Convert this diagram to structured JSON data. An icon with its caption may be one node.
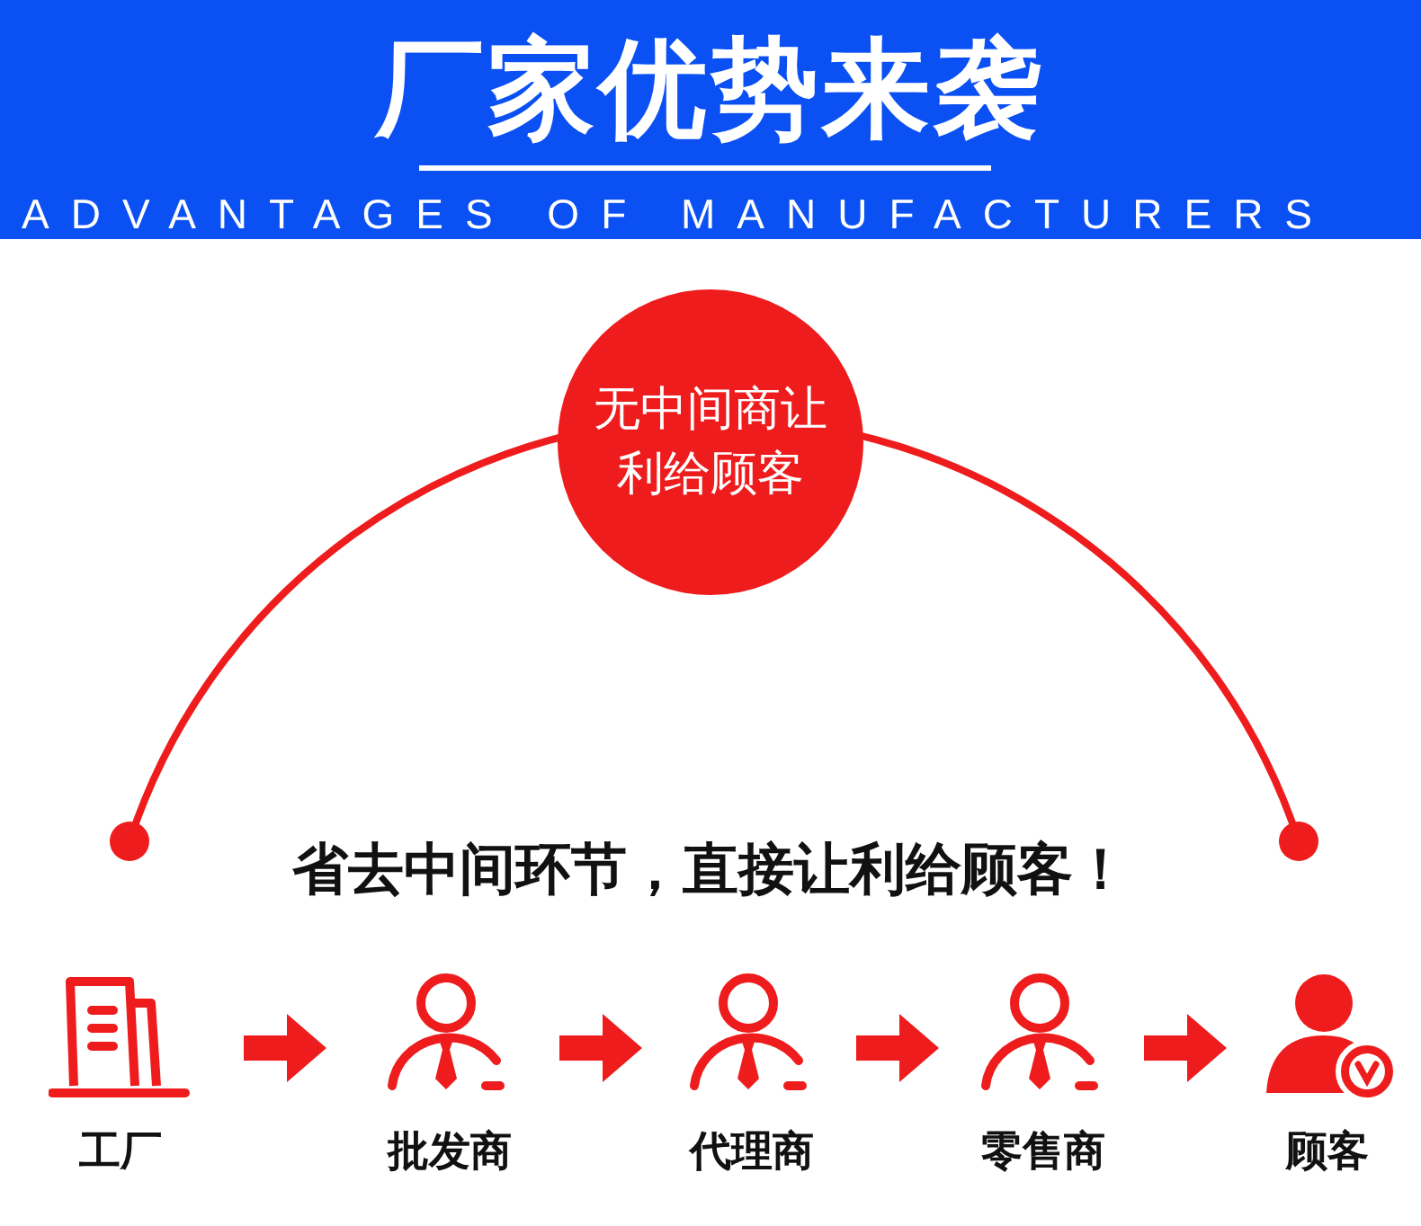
{
  "diagram": {
    "title": "厂家优势来袭",
    "nodes": [
      {
        "text": [
          "无中间商让利给顾客"
        ]
      },
      {
        "text": [
          "工厂"
        ]
      },
      {
        "text": [
          "批发商"
        ]
      },
      {
        "text": [
          "代理商"
        ]
      },
      {
        "text": [
          "零售商"
        ]
      },
      {
        "text": [
          "顾客"
        ]
      }
    ],
    "edges": [
      {
        "from": 1,
        "to": 2,
        "arrow": "to"
      },
      {
        "from": 2,
        "to": 3,
        "arrow": "to"
      },
      {
        "from": 3,
        "to": 4,
        "arrow": "to"
      },
      {
        "from": 4,
        "to": 5,
        "arrow": "to"
      }
    ],
    "labels": [
      "ADVANTAGES OF MANUFACTURERS",
      "省去中间环节，直接让利给顾客！"
    ]
  }
}
